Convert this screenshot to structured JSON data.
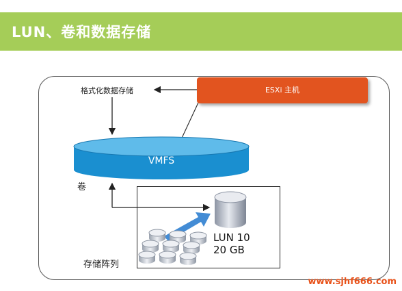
{
  "title": "LUN、卷和数据存储",
  "labels": {
    "formatted_datastore": "格式化数据存储",
    "esxi_host": "ESXi 主机",
    "vmfs": "VMFS",
    "volume": "卷",
    "lun_name": "LUN 10",
    "lun_size": "20 GB",
    "storage_array": "存储阵列"
  },
  "watermark": "www.sjhf666.com",
  "colors": {
    "title_bar": "#a5cd58",
    "esxi_box": "#e2541f",
    "vmfs_disk": "#1a8fd0",
    "arrow_blue": "#2f7fd0",
    "watermark": "#e8521a"
  }
}
